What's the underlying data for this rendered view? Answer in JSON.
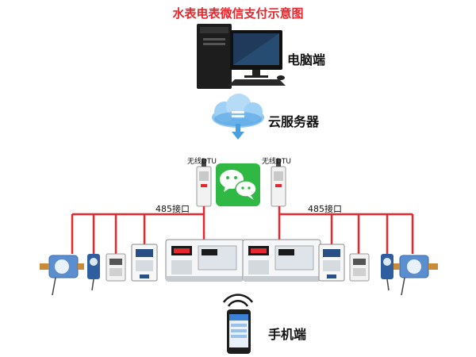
{
  "title": "水表电表微信支付示意图",
  "nodes": {
    "computer": "电脑端",
    "cloud": "云服务器",
    "dtu_left": "无线DTU",
    "dtu_right": "无线DTU",
    "interface_left": "485接口",
    "interface_right": "485接口",
    "mobile": "手机端"
  },
  "colors": {
    "title": "#e8262b",
    "bus_line": "#e8262b",
    "wechat_green": "#2fb944",
    "cloud_blue": "#4a9fe0"
  },
  "icons": [
    "desktop-computer-icon",
    "cloud-server-icon",
    "wechat-icon",
    "dtu-device-icon",
    "controller-device-icon",
    "water-meter-icon",
    "electric-meter-icon",
    "smartphone-icon",
    "wifi-signal-icon"
  ]
}
